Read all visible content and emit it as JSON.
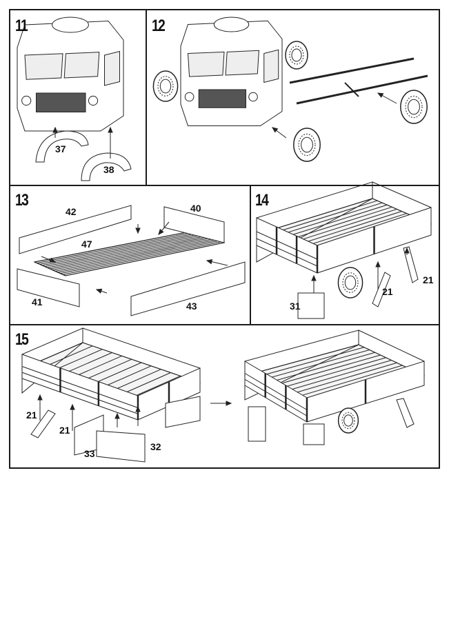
{
  "steps": [
    {
      "number": "11",
      "parts": [
        "37",
        "38"
      ]
    },
    {
      "number": "12",
      "parts": []
    },
    {
      "number": "13",
      "parts": [
        "42",
        "40",
        "47",
        "41",
        "43"
      ]
    },
    {
      "number": "14",
      "parts": [
        "31",
        "21",
        "21"
      ]
    },
    {
      "number": "15",
      "parts": [
        "21",
        "21",
        "33",
        "32"
      ]
    }
  ]
}
